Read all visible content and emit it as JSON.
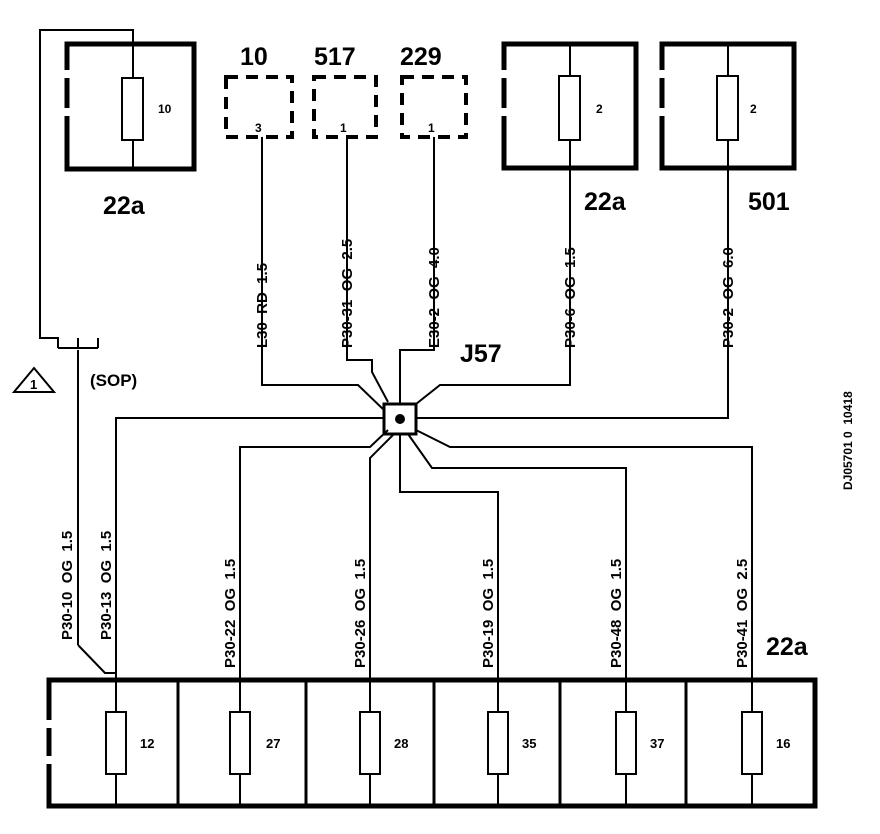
{
  "top_components": [
    {
      "id": "fuse-22a-10",
      "fuse_no": "10",
      "label": "22a"
    },
    {
      "id": "conn-10",
      "header": "10",
      "pin": "3"
    },
    {
      "id": "conn-517",
      "header": "517",
      "pin": "1"
    },
    {
      "id": "conn-229",
      "header": "229",
      "pin": "1"
    },
    {
      "id": "fuse-22a-2",
      "fuse_no": "2",
      "label": "22a"
    },
    {
      "id": "fuse-501-2",
      "fuse_no": "2",
      "label": "501"
    }
  ],
  "upper_wires": [
    "L30  RD  1.5",
    "P30-31  OG  2.5",
    "E30-2  OG  4.0",
    "P30-6  OG  1.5",
    "P30-2  OG  6.0"
  ],
  "splice": {
    "label": "J57"
  },
  "option": {
    "label": "(SOP)",
    "warning_no": "1"
  },
  "lower_wires": [
    "P30-10  OG  1.5",
    "P30-13  OG  1.5",
    "P30-22  OG  1.5",
    "P30-26  OG  1.5",
    "P30-19  OG  1.5",
    "P30-48  OG  1.5",
    "P30-41  OG  2.5"
  ],
  "bottom_box": {
    "label": "22a",
    "fuses": [
      "12",
      "27",
      "28",
      "35",
      "37",
      "16"
    ]
  },
  "doc_id": "DJ05701 0  10418"
}
